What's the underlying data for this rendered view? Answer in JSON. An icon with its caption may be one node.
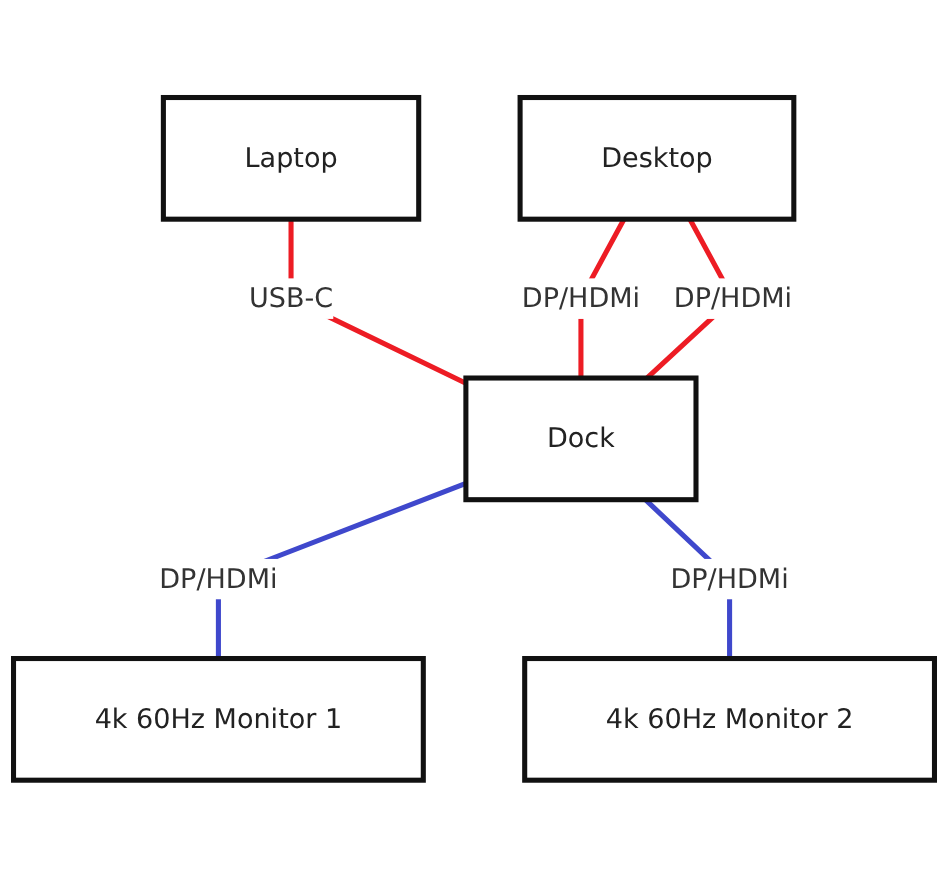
{
  "diagram": {
    "nodes": [
      {
        "text": [
          "Laptop"
        ]
      },
      {
        "text": [
          "Desktop"
        ]
      },
      {
        "text": [
          "Dock"
        ]
      },
      {
        "text": [
          "4k 60Hz Monitor 1"
        ]
      },
      {
        "text": [
          "4k 60Hz Monitor 2"
        ]
      }
    ],
    "edges": [
      {
        "from": 0,
        "to": 2,
        "arrow": "none",
        "label": "USB-C"
      },
      {
        "from": 1,
        "to": 2,
        "arrow": "none",
        "label": "DP/HDMi"
      },
      {
        "from": 1,
        "to": 2,
        "arrow": "none",
        "label": "DP/HDMi"
      },
      {
        "from": 2,
        "to": 3,
        "arrow": "none",
        "label": "DP/HDMi",
        "color": "#3f48cc"
      },
      {
        "from": 2,
        "to": 4,
        "arrow": "none",
        "label": "DP/HDMi",
        "color": "#3f48cc"
      }
    ]
  }
}
